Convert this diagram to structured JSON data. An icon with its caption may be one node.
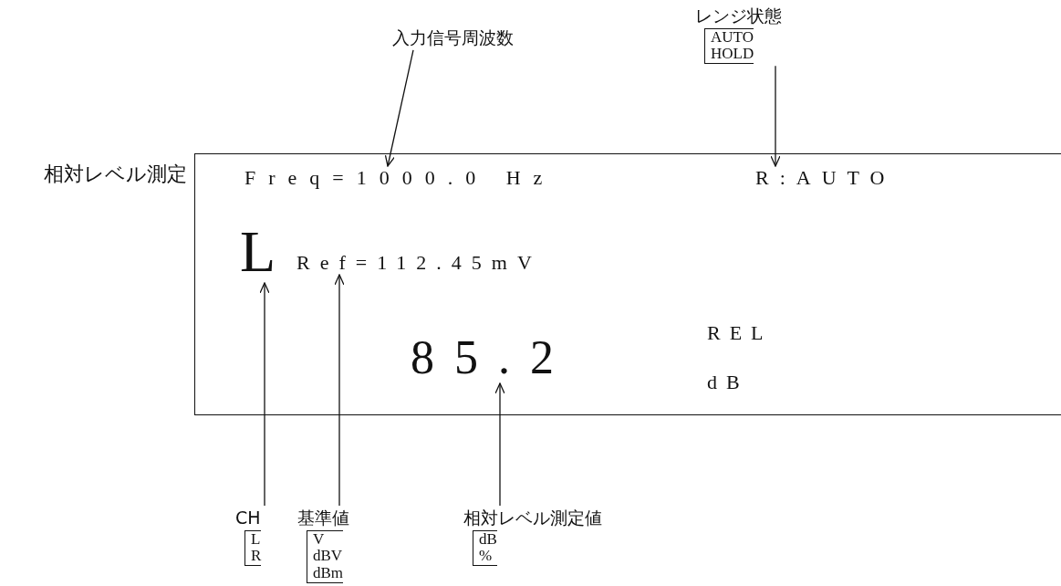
{
  "diagram": {
    "nodes": [
      {
        "text": [
          "レンジ状態",
          "AUTO",
          "HOLD"
        ]
      },
      {
        "text": [
          "入力信号周波数"
        ]
      },
      {
        "text": [
          "相対レベル測定"
        ]
      },
      {
        "text": [
          "Freq=1000.0 Hz"
        ],
        "in": 2
      },
      {
        "text": [
          "R:AUTO"
        ],
        "in": 2
      },
      {
        "text": [
          "L"
        ],
        "in": 2
      },
      {
        "text": [
          "Ref=112.45mV"
        ],
        "in": 2
      },
      {
        "text": [
          "85.2"
        ],
        "in": 2
      },
      {
        "text": [
          "CH",
          "L",
          "R"
        ]
      },
      {
        "text": [
          "基準値",
          "V",
          "dBV",
          "dBm"
        ]
      },
      {
        "text": [
          "相対レベル測定値",
          "dB",
          "%"
        ]
      }
    ],
    "edges": [
      {
        "from": 1,
        "to": 3,
        "arrow": "to"
      },
      {
        "from": 0,
        "to": 4,
        "arrow": "to"
      },
      {
        "from": 8,
        "to": 5,
        "arrow": "to"
      },
      {
        "from": 9,
        "to": 6,
        "arrow": "to"
      },
      {
        "from": 10,
        "to": 7,
        "arrow": "to"
      }
    ],
    "labels": [
      "REL",
      "dB"
    ]
  }
}
